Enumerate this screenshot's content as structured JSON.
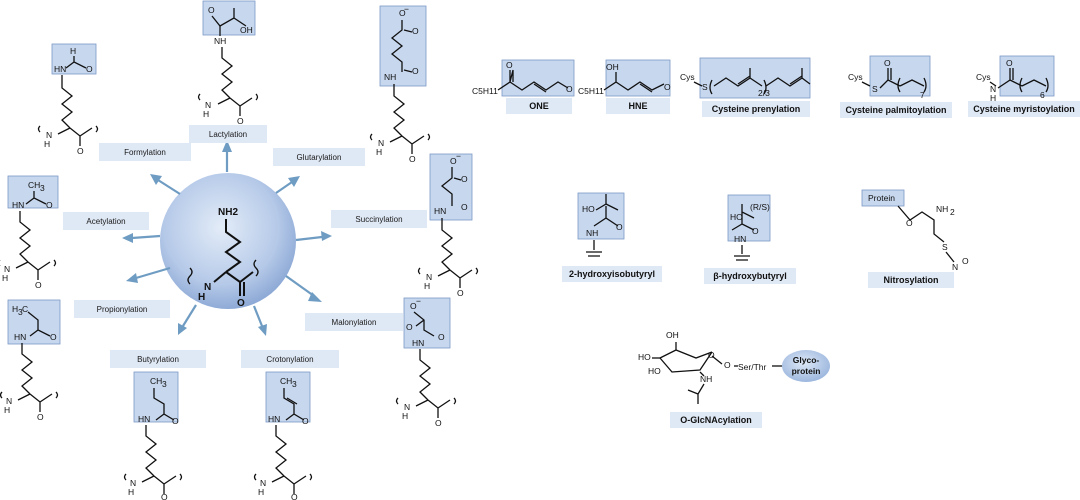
{
  "center": {
    "amine": "NH2",
    "nh": "N",
    "h": "H",
    "o": "O"
  },
  "modifications": {
    "formylation": "Formylation",
    "lactylation": "Lactylation",
    "glutarylation": "Glutarylation",
    "acetylation": "Acetylation",
    "succinylation": "Succinylation",
    "propionylation": "Propionylation",
    "malonylation": "Malonylation",
    "butyrylation": "Butyrylation",
    "crotonylation": "Crotonylation"
  },
  "right_panel": {
    "one": "ONE",
    "hne": "HNE",
    "prenylation": "Cysteine prenylation",
    "palmitoylation": "Cysteine palmitoylation",
    "myristoylation": "Cysteine myristoylation",
    "hydroxyisobutyryl": "2-hydroxyisobutyryl",
    "hydroxybutyryl": "β-hydroxybutyryl",
    "nitrosylation": "Nitrosylation",
    "glcnac": "O-GlcNAcylation",
    "glycoprotein": "Glyco-protein",
    "glyco_line1": "Glyco-",
    "glyco_line2": "protein",
    "protein": "Protein",
    "ser_thr": "Ser/Thr",
    "rs": "(R/S)",
    "cys": "Cys",
    "c5h11": "C5H11",
    "n23": "2/3",
    "n7": "7",
    "n6": "6"
  }
}
